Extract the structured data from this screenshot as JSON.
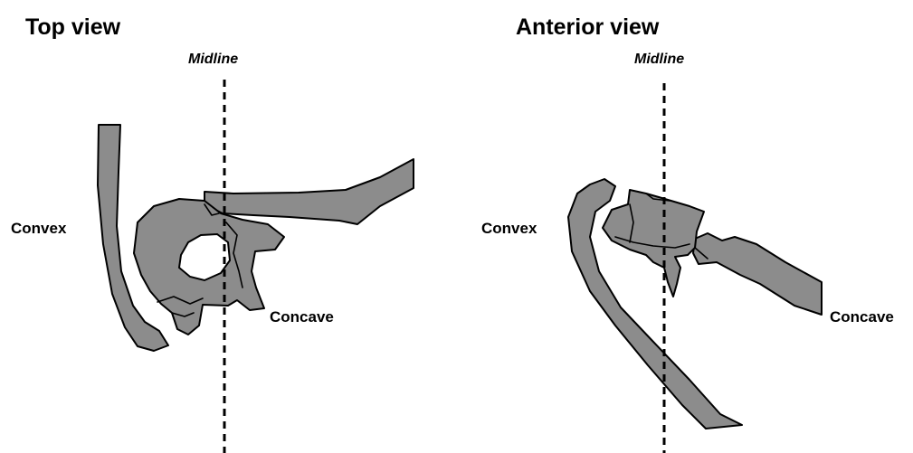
{
  "panels": [
    {
      "title": "Top view",
      "midline_label": "Midline",
      "left_label": "Convex",
      "right_label": "Concave"
    },
    {
      "title": "Anterior view",
      "midline_label": "Midline",
      "left_label": "Convex",
      "right_label": "Concave"
    }
  ],
  "colors": {
    "bone_fill": "#8c8c8c",
    "outline": "#000000",
    "background": "#ffffff"
  }
}
